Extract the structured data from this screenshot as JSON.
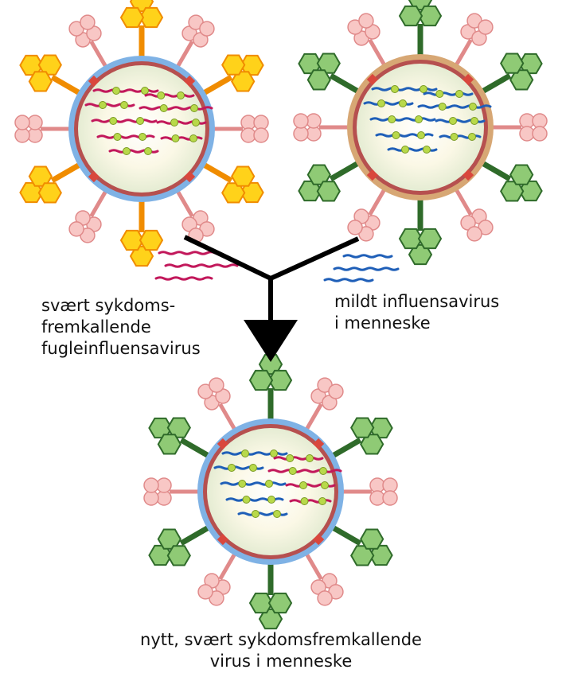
{
  "labels": {
    "avian_line1": "svært sykdoms-",
    "avian_line2": "fremkallende",
    "avian_line3": "fugleinfluensavirus",
    "human_line1": "mildt influensavirus",
    "human_line2": "i menneske",
    "result_line1": "nytt, svært sykdomsfremkallende",
    "result_line2": "virus i menneske"
  },
  "colors": {
    "avian_hemagglutinin": "#ffd21a",
    "avian_hemagglutinin_stroke": "#f08c00",
    "avian_envelope": "#7fb2e5",
    "human_hemagglutinin": "#8fca75",
    "human_hemagglutinin_stroke": "#2f6b2a",
    "human_envelope": "#d7a774",
    "neuraminidase": "#f8c7c5",
    "neuraminidase_stroke": "#e08a8a",
    "membrane": "#b6504f",
    "core": "#fbf9ea",
    "rna_avian": "#c2185b",
    "rna_human": "#1f5fb8",
    "nucleoprotein": "#b8d94a",
    "arrow": "#000000"
  }
}
